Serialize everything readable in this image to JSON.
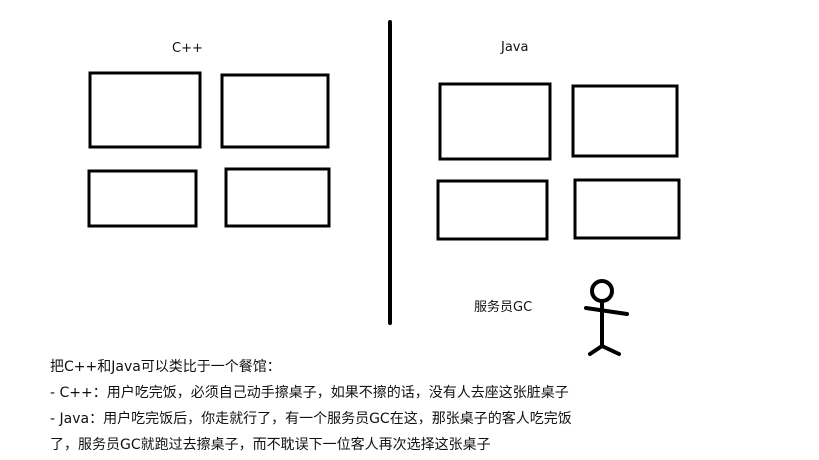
{
  "diagram": {
    "left_title": "C++",
    "right_title": "Java",
    "waiter_label": "服务员GC"
  },
  "caption": {
    "line1": "把C++和Java可以类比于一个餐馆：",
    "line2": "- C++：用户吃完饭，必须自己动手擦桌子，如果不擦的话，没有人去座这张脏桌子",
    "line3": "- Java：用户吃完饭后，你走就行了，有一个服务员GC在这，那张桌子的客人吃完饭",
    "line4": "了，服务员GC就跑过去擦桌子，而不耽误下一位客人再次选择这张桌子"
  }
}
